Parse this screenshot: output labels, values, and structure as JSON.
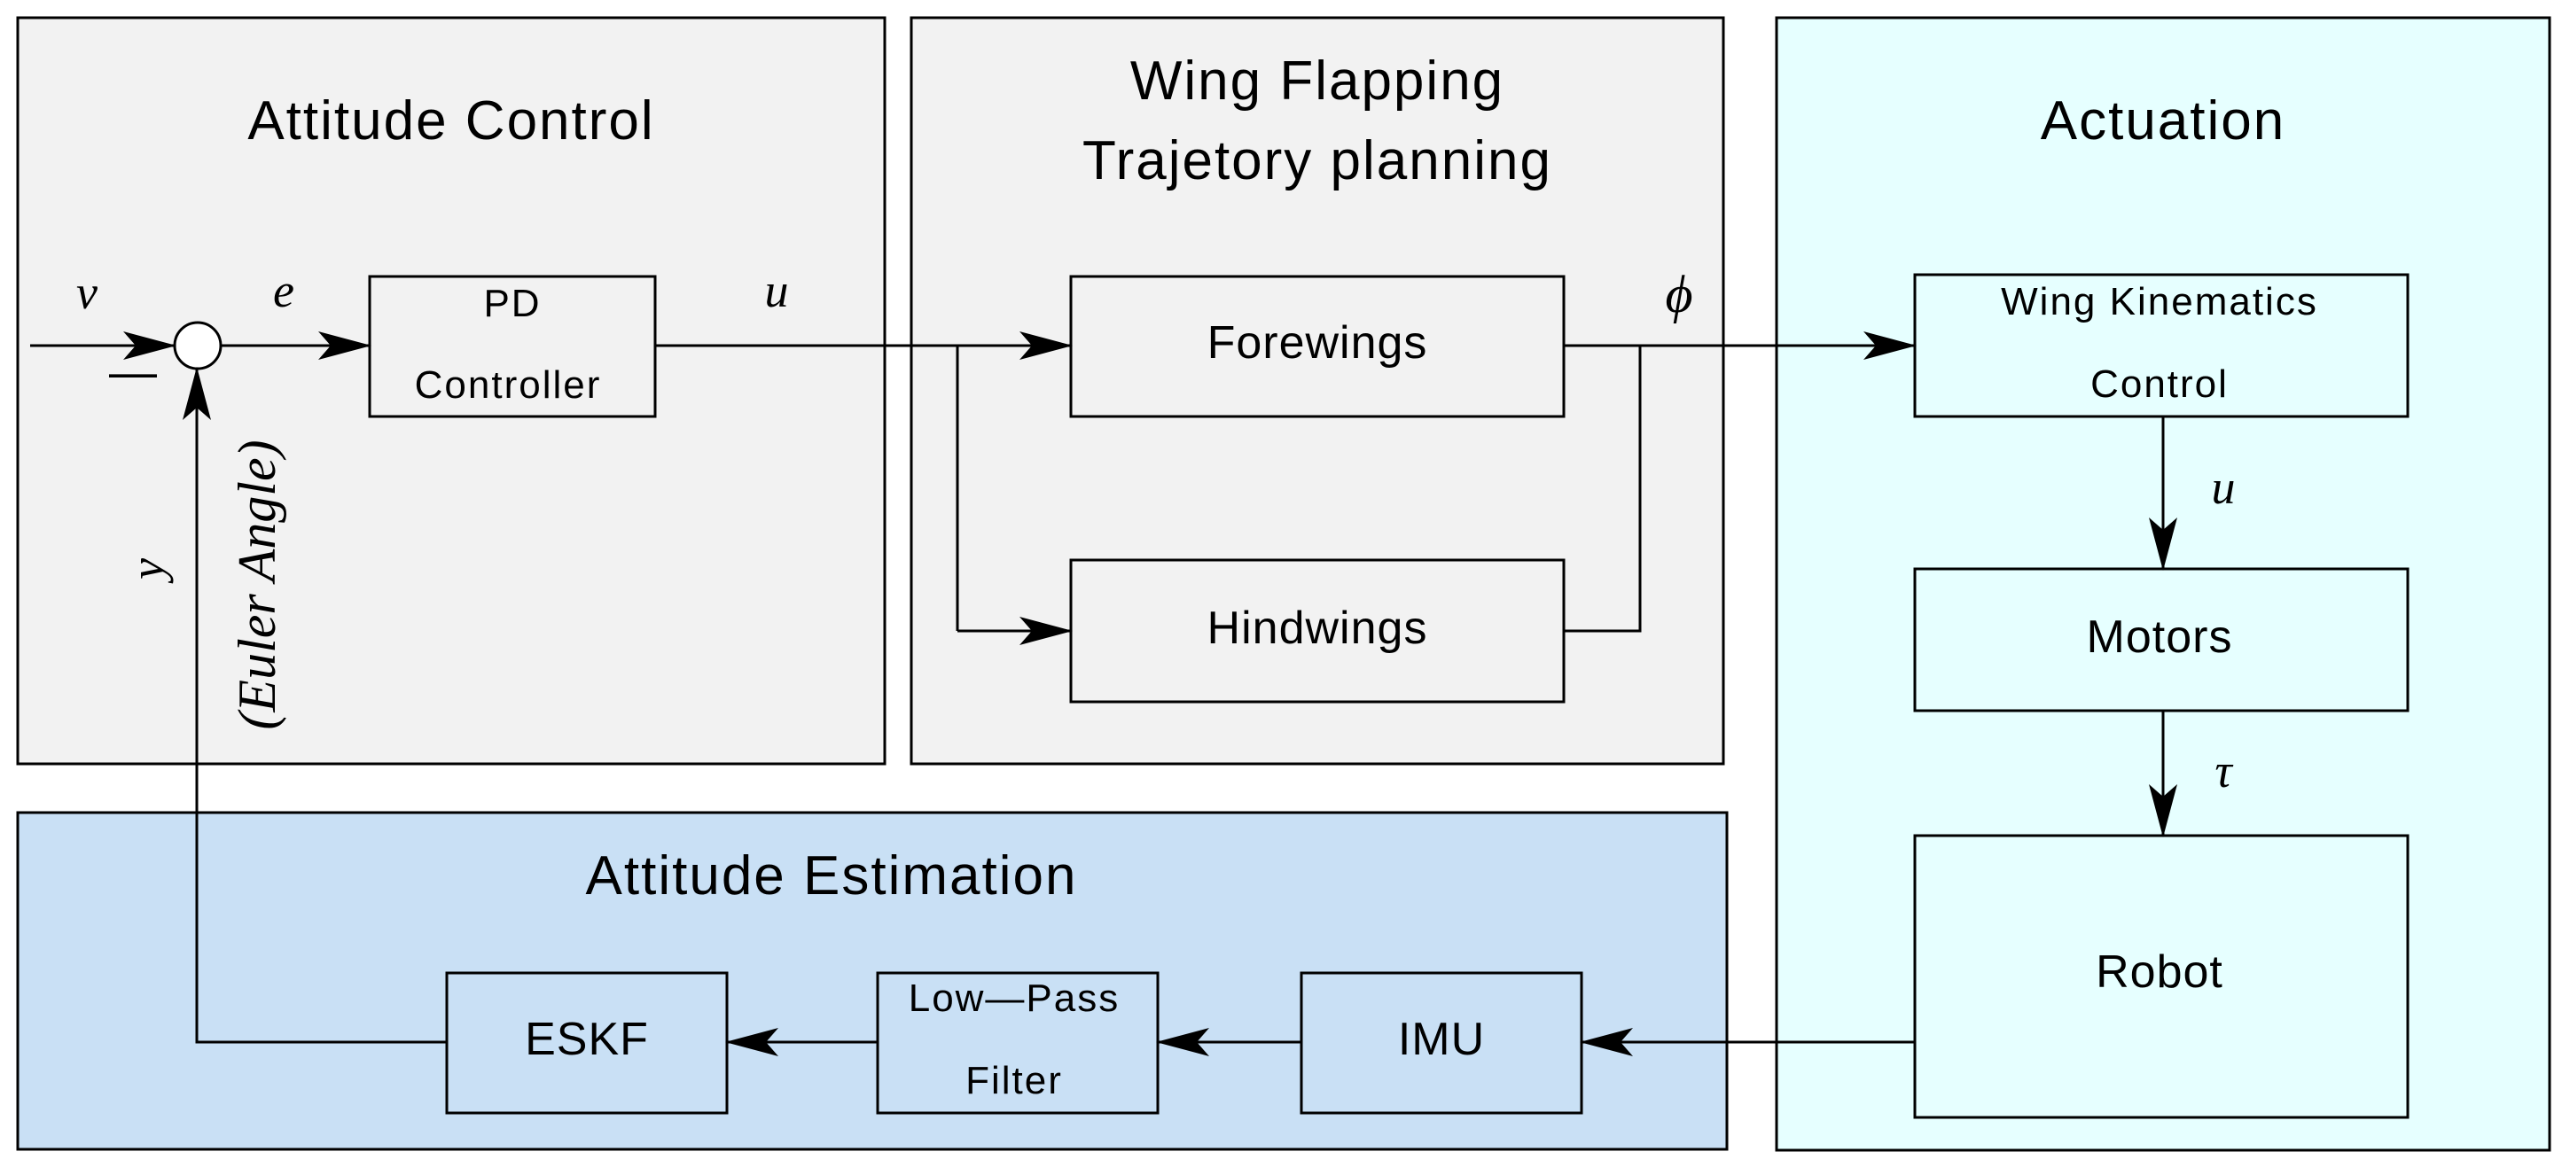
{
  "colors": {
    "panel_gray": "#f2f2f2",
    "panel_cyan": "#e6ffff",
    "panel_blue": "#c9e0f5",
    "stroke": "#000000"
  },
  "panels": {
    "attitude_control": "Attitude Control",
    "trajectory_line1": "Wing Flapping",
    "trajectory_line2": "Trajetory planning",
    "actuation": "Actuation",
    "estimation": "Attitude Estimation"
  },
  "blocks": {
    "pd_line1": "PD",
    "pd_line2": "Controller",
    "forewings": "Forewings",
    "hindwings": "Hindwings",
    "wing_kin_line1": "Wing Kinematics",
    "wing_kin_line2": "Control",
    "motors": "Motors",
    "robot": "Robot",
    "imu": "IMU",
    "lowpass_line1": "Low—Pass",
    "lowpass_line2": "Filter",
    "eskf": "ESKF"
  },
  "signals": {
    "v": "v",
    "e": "e",
    "minus": "—",
    "u_control": "u",
    "phi": "ϕ",
    "u_motor": "u",
    "tau": "τ",
    "y": "y",
    "euler_angle": "(Euler Angle)"
  }
}
